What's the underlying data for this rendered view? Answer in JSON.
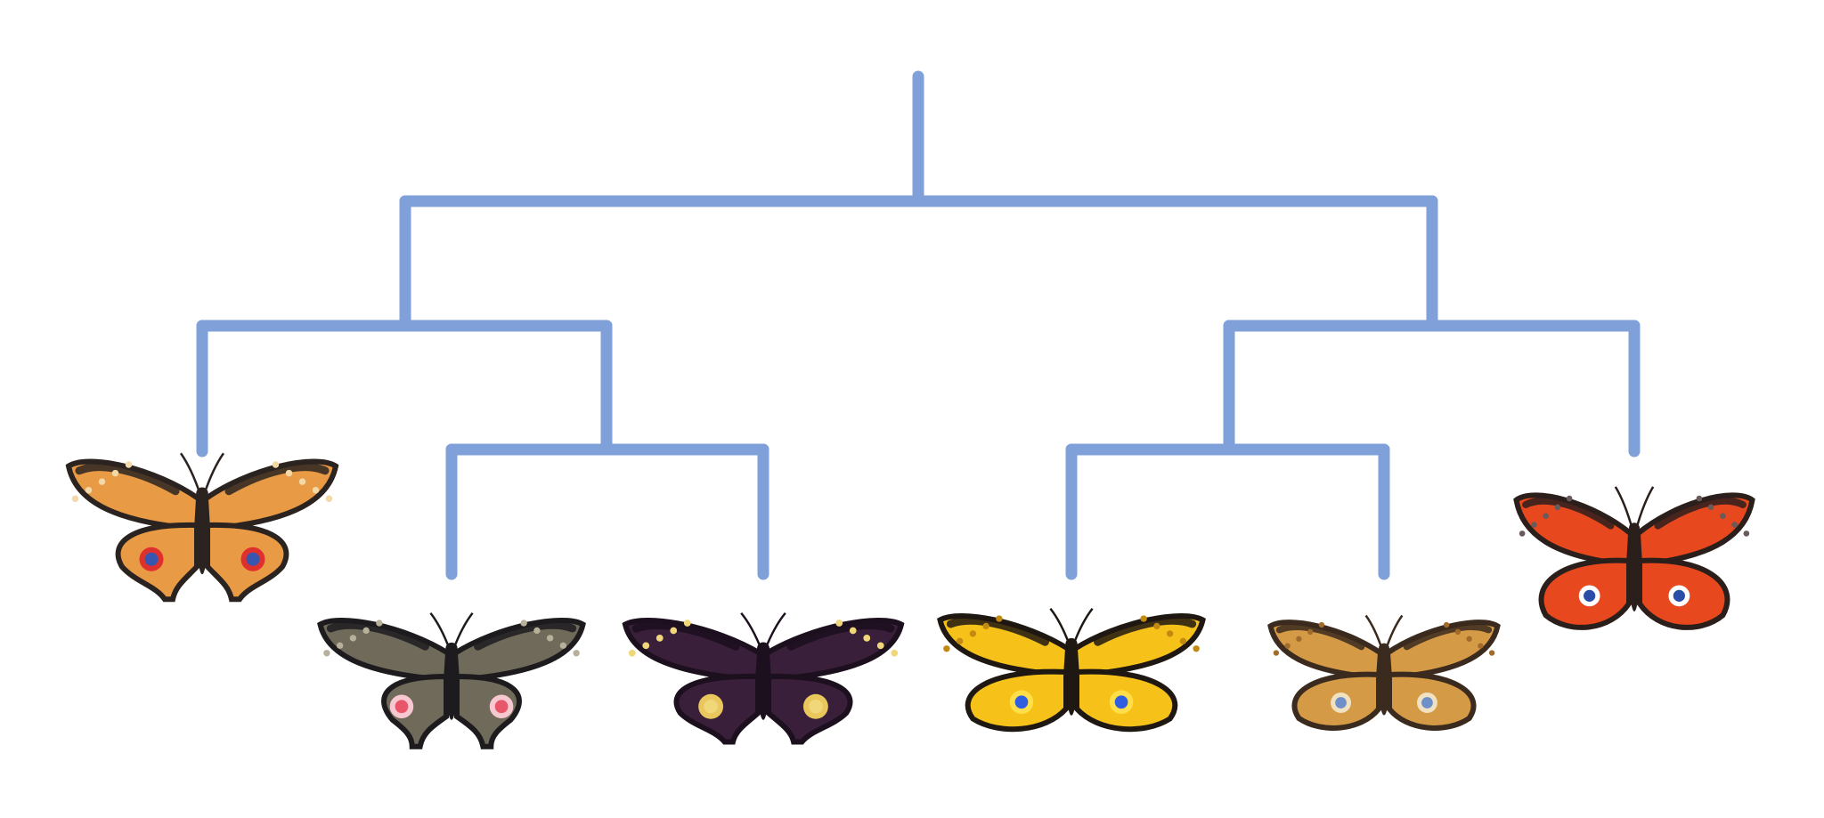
{
  "diagram": {
    "type": "phylogenetic-tree",
    "branch_color": "#7fa0d8",
    "leaves": [
      {
        "id": "swallowtail",
        "icon": "swallowtail-butterfly-icon",
        "colors": {
          "wing": "#e89a45",
          "dark": "#2a2320",
          "accent": "#3756b0",
          "spot": "#e0302e",
          "edge": "#f3d9a6"
        }
      },
      {
        "id": "rose",
        "icon": "great-mormon-butterfly-icon",
        "colors": {
          "wing": "#6f6a5a",
          "dark": "#1d1b1e",
          "accent": "#e8566a",
          "spot": "#f7c8cf",
          "edge": "#b7b09a"
        }
      },
      {
        "id": "giant-swallowtail",
        "icon": "giant-swallowtail-butterfly-icon",
        "colors": {
          "wing": "#3a1f3a",
          "dark": "#1c0f1e",
          "accent": "#f0d77a",
          "spot": "#e9c75c",
          "edge": "#f0d77a"
        }
      },
      {
        "id": "yellow-pansy",
        "icon": "yellow-pansy-butterfly-icon",
        "colors": {
          "wing": "#f6c21a",
          "dark": "#1f1812",
          "accent": "#2f5fe0",
          "spot": "#ffdf47",
          "edge": "#c28a10"
        }
      },
      {
        "id": "buckeye",
        "icon": "buckeye-butterfly-icon",
        "colors": {
          "wing": "#d49a45",
          "dark": "#3b2a1e",
          "accent": "#6e8fc8",
          "spot": "#f0e2c0",
          "edge": "#a26b2c"
        }
      },
      {
        "id": "peacock",
        "icon": "peacock-butterfly-icon",
        "colors": {
          "wing": "#e8481e",
          "dark": "#2b1f1c",
          "accent": "#2a4ea8",
          "spot": "#ffffff",
          "edge": "#6b5a5a"
        }
      }
    ]
  }
}
